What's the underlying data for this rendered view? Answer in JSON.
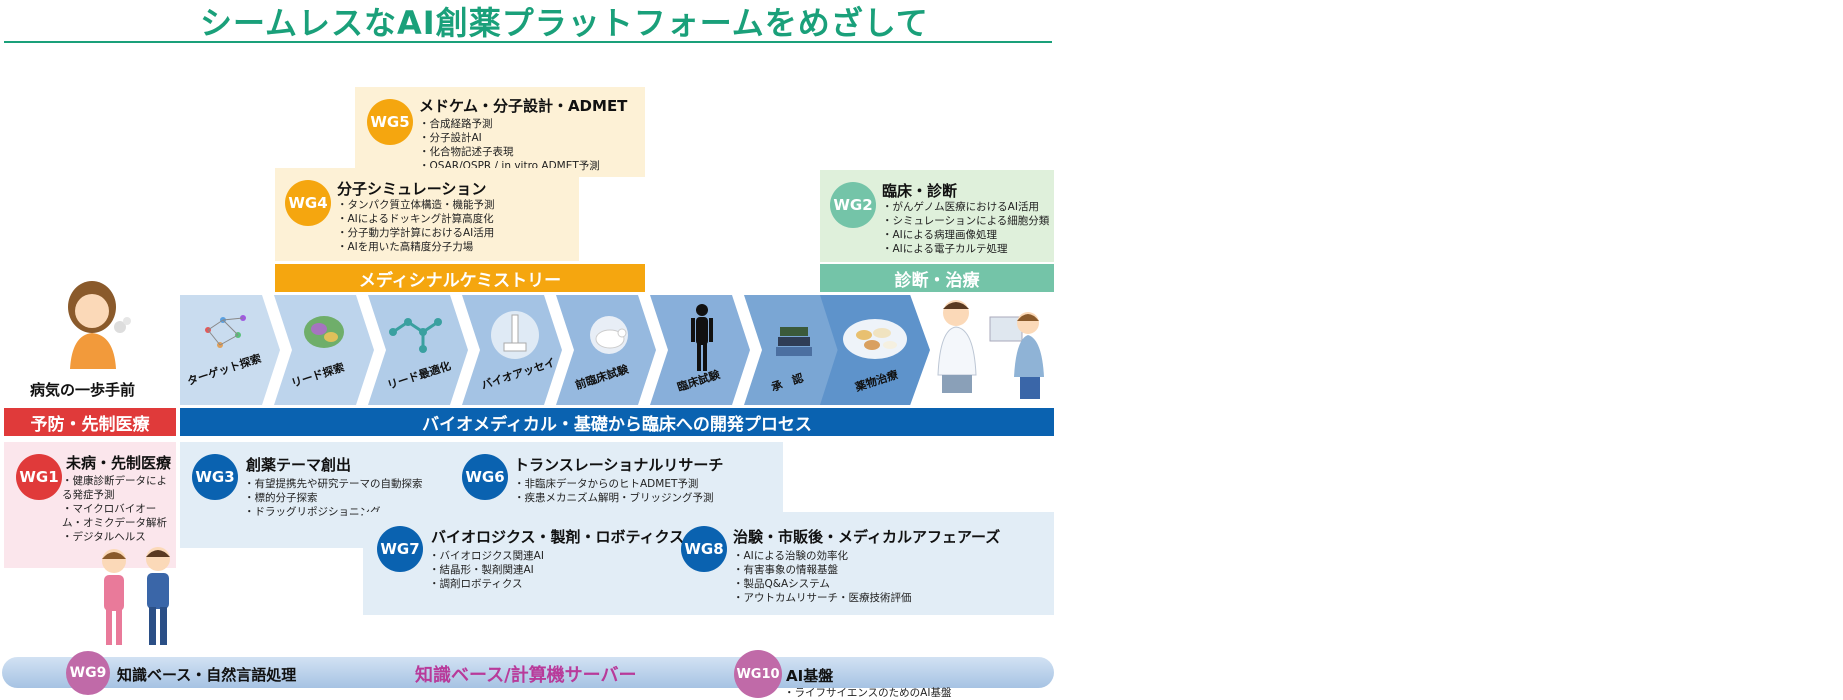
{
  "title": "シームレスなAI創薬プラットフォームをめざして",
  "colors": {
    "title": "#1aa07a",
    "orange": "#f5a60f",
    "blue": "#0a62b0",
    "green": "#74c4a8",
    "red": "#e03a3a",
    "pink": "#c06aa8",
    "lightblue": "#e2edf6"
  },
  "wg5": {
    "badge": "WG5",
    "title": "メドケム・分子設計・ADMET",
    "items": [
      "合成経路予測",
      "分子設計AI",
      "化合物記述子表現",
      "QSAR/QSPR / in vitro ADMET予測"
    ]
  },
  "wg4": {
    "badge": "WG4",
    "title": "分子シミュレーション",
    "items": [
      "タンパク質立体構造・機能予測",
      "AIによるドッキング計算高度化",
      "分子動力学計算におけるAI活用",
      "AIを用いた高精度分子力場"
    ]
  },
  "wg2": {
    "badge": "WG2",
    "title": "臨床・診断",
    "items": [
      "がんゲノム医療におけるAI活用",
      "シミュレーションによる細胞分類",
      "AIによる病理画像処理",
      "AIによる電子カルテ処理"
    ]
  },
  "bands": {
    "medchem": "メディシナルケミストリー",
    "diag": "診断・治療",
    "prevent": "予防・先制医療",
    "process": "バイオメディカル・基礎から臨床への開発プロセス",
    "kb": "知識ベース/計算機サーバー"
  },
  "patient_label": "病気の一歩手前",
  "stages": [
    "ターゲット探索",
    "リード探索",
    "リード最適化",
    "バイオアッセイ",
    "前臨床試験",
    "臨床試験",
    "承　認",
    "薬物治療"
  ],
  "wg1": {
    "badge": "WG1",
    "title": "未病・先制医療",
    "items": [
      "健康診断データによる発症予測",
      "マイクロバイオーム・オミクデータ解析",
      "デジタルヘルス"
    ]
  },
  "wg3": {
    "badge": "WG3",
    "title": "創薬テーマ創出",
    "items": [
      "有望提携先や研究テーマの自動探索",
      "標的分子探索",
      "ドラッグリポジショニング"
    ]
  },
  "wg6": {
    "badge": "WG6",
    "title": "トランスレーショナルリサーチ",
    "items": [
      "非臨床データからのヒトADMET予測",
      "疾患メカニズム解明・ブリッジング予測"
    ]
  },
  "wg7": {
    "badge": "WG7",
    "title": "バイオロジクス・製剤・ロボティクス",
    "items": [
      "バイオロジクス関連AI",
      "結晶形・製剤関連AI",
      "調剤ロボティクス"
    ]
  },
  "wg8": {
    "badge": "WG8",
    "title": "治験・市販後・メディカルアフェアーズ",
    "items": [
      "AIによる治験の効率化",
      "有害事象の情報基盤",
      "製品Q&Aシステム",
      "アウトカムリサーチ・医療技術評価"
    ]
  },
  "wg9": {
    "badge": "WG9",
    "title": "知識ベース・自然言語処理"
  },
  "wg10": {
    "badge": "WG10",
    "title": "AI基盤",
    "items": [
      "ライフサイエンスのためのAI基盤"
    ]
  }
}
